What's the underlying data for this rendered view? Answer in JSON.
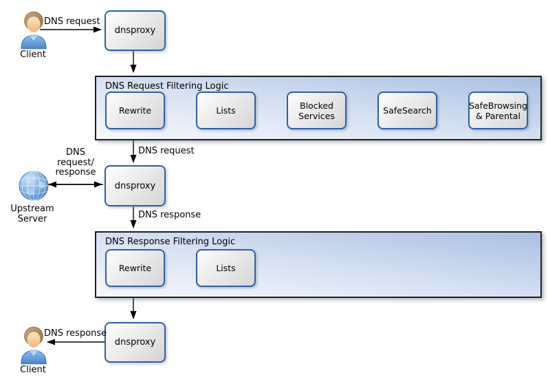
{
  "actors": {
    "client_top": {
      "label": "Client"
    },
    "upstream_server": {
      "label": "Upstream Server"
    },
    "client_bottom": {
      "label": "Client"
    }
  },
  "nodes": {
    "dnsproxy_top": "dnsproxy",
    "dnsproxy_middle": "dnsproxy",
    "dnsproxy_bottom": "dnsproxy"
  },
  "request_filtering": {
    "title": "DNS Request Filtering Logic",
    "steps": [
      "Rewrite",
      "Lists",
      "Blocked Services",
      "SafeSearch",
      "SafeBrowsing & Parental"
    ]
  },
  "response_filtering": {
    "title": "DNS Response Filtering Logic",
    "steps": [
      "Rewrite",
      "Lists"
    ]
  },
  "edge_labels": {
    "client_to_proxy": "DNS request",
    "filter_to_proxy": "DNS request",
    "upstream_exchange": "DNS\nrequest/\nresponse",
    "proxy_to_response_filter": "DNS response",
    "proxy_to_client": "DNS response"
  },
  "colors": {
    "node_border": "#2e5fa3",
    "container_border": "#1f1f1f",
    "container_fill_light": "#f6f9fd",
    "container_fill_dark": "#a9bfe3",
    "node_fill_light": "#fdfdfd",
    "node_fill_dark": "#d4d4d4",
    "arrow": "#000000"
  }
}
